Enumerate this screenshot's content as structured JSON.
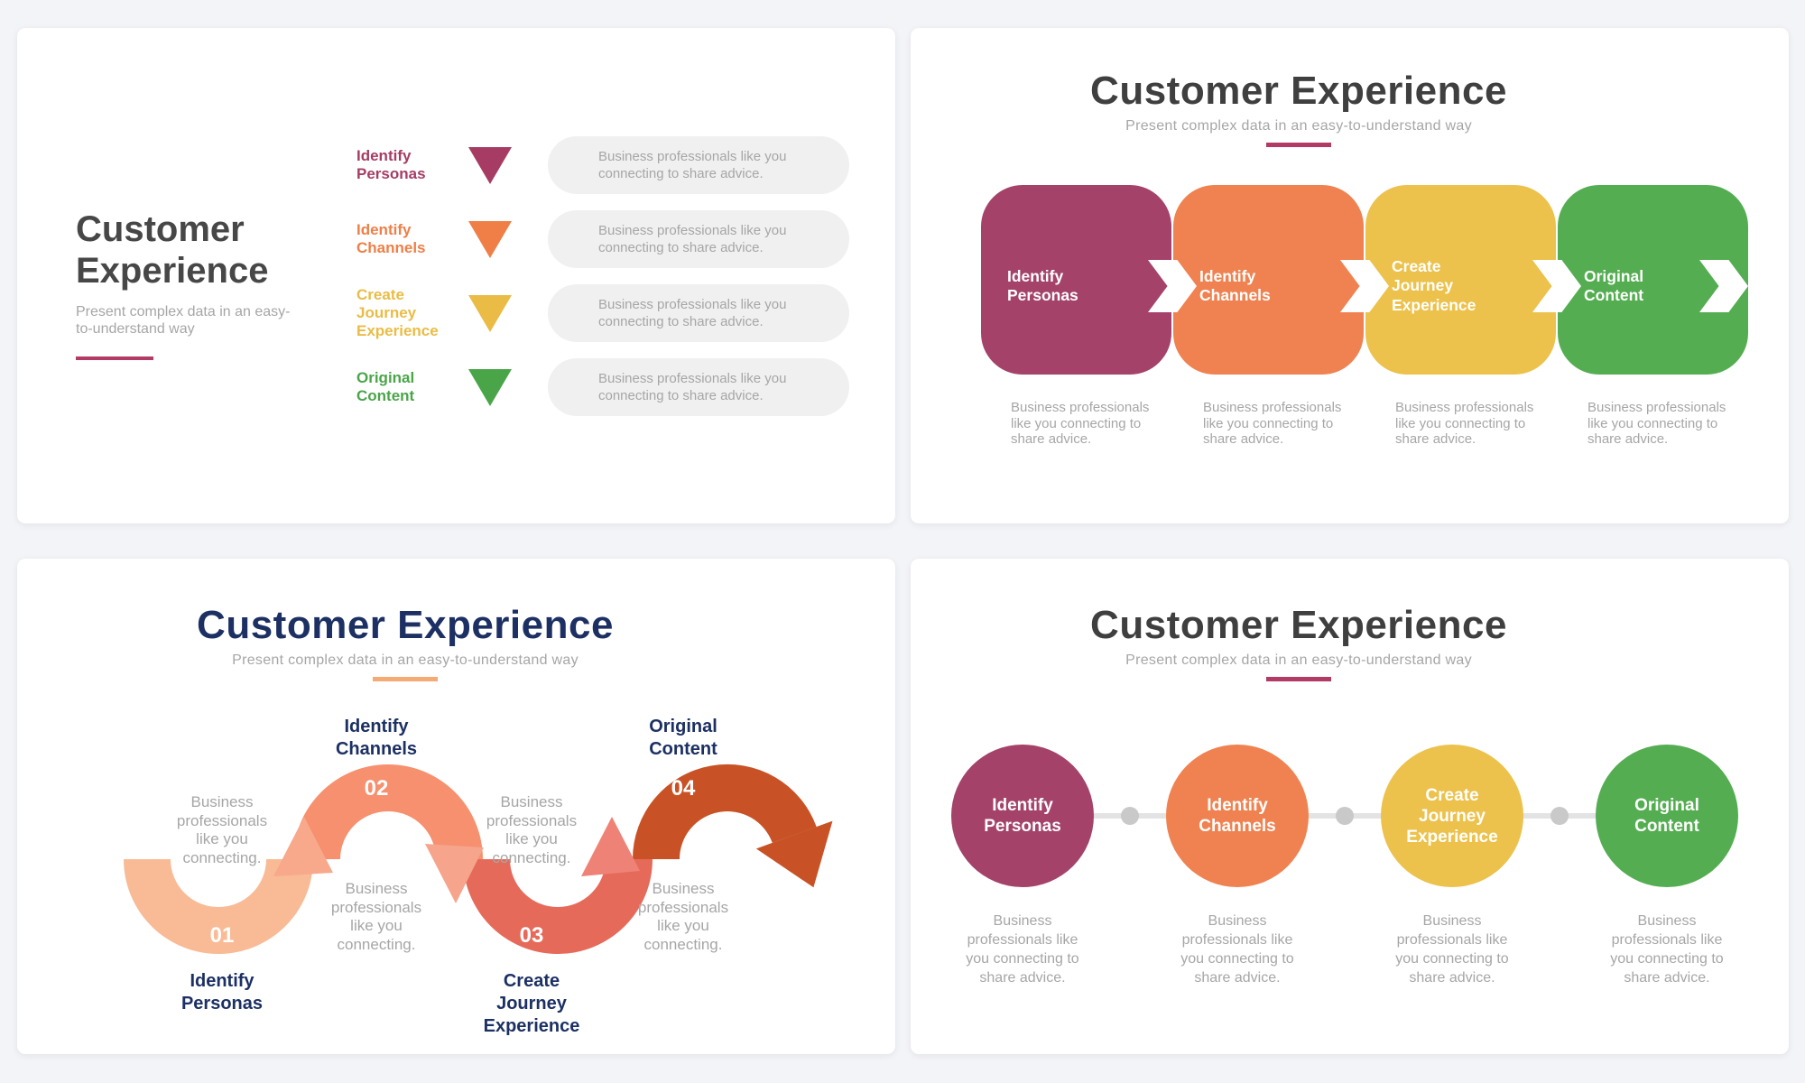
{
  "colors": {
    "page_bg": "#f3f4f7",
    "card_bg": "#ffffff",
    "title_dark": "#3f3f3f",
    "title_navy": "#1c3063",
    "muted_text": "#a6a6a6",
    "underline_maroon": "#b13b64",
    "underline_peach": "#f5a973",
    "pill_bg": "#f0f0f1",
    "connector": "#e3e3e3",
    "dot": "#c9c9c9",
    "series": [
      "#a4426a",
      "#ef8250",
      "#ecc24c",
      "#55ad52"
    ],
    "labelc": [
      "#a63c64",
      "#ef7f47",
      "#eabc45",
      "#4aa549"
    ],
    "wave": [
      "#f8bb96",
      "#f6906e",
      "#e66a5a",
      "#c85225"
    ],
    "wavearrow": [
      "#f8a88b",
      "#f6a48c",
      "#ef8276",
      "#c85225"
    ]
  },
  "slide1": {
    "title": "Customer Experience",
    "subtitle": "Present complex data in an easy-to-understand way",
    "items": [
      {
        "label": "Identify Personas",
        "desc": "Business professionals like you connecting to share advice."
      },
      {
        "label": "Identify Channels",
        "desc": "Business professionals like you connecting to share advice."
      },
      {
        "label": "Create Journey Experience",
        "desc": "Business professionals like you connecting to share advice."
      },
      {
        "label": "Original Content",
        "desc": "Business professionals like you connecting to share advice."
      }
    ]
  },
  "slide2": {
    "title": "Customer Experience",
    "subtitle": "Present complex data in an easy-to-understand way",
    "items": [
      {
        "label": "Identify Personas",
        "desc": "Business professionals like you connecting to share advice."
      },
      {
        "label": "Identify Channels",
        "desc": "Business professionals like you connecting to share advice."
      },
      {
        "label": "Create Journey Experience",
        "desc": "Business professionals like you connecting to share advice."
      },
      {
        "label": "Original Content",
        "desc": "Business professionals like you connecting to share advice."
      }
    ]
  },
  "slide3": {
    "title": "Customer Experience",
    "subtitle": "Present complex data in an easy-to-understand way",
    "items": [
      {
        "num": "01",
        "label": "Identify Personas",
        "desc": "Business professionals like you connecting."
      },
      {
        "num": "02",
        "label": "Identify Channels",
        "desc": "Business professionals like you connecting."
      },
      {
        "num": "03",
        "label": "Create Journey Experience",
        "desc": "Business professionals like you connecting."
      },
      {
        "num": "04",
        "label": "Original Content",
        "desc": "Business professionals like you connecting."
      }
    ]
  },
  "slide4": {
    "title": "Customer Experience",
    "subtitle": "Present complex data in an easy-to-understand way",
    "items": [
      {
        "label": "Identify Personas",
        "desc": "Business professionals like you connecting to share advice."
      },
      {
        "label": "Identify Channels",
        "desc": "Business professionals like you connecting to share advice."
      },
      {
        "label": "Create Journey Experience",
        "desc": "Business professionals like you connecting to share advice."
      },
      {
        "label": "Original Content",
        "desc": "Business professionals like you connecting to share advice."
      }
    ]
  }
}
